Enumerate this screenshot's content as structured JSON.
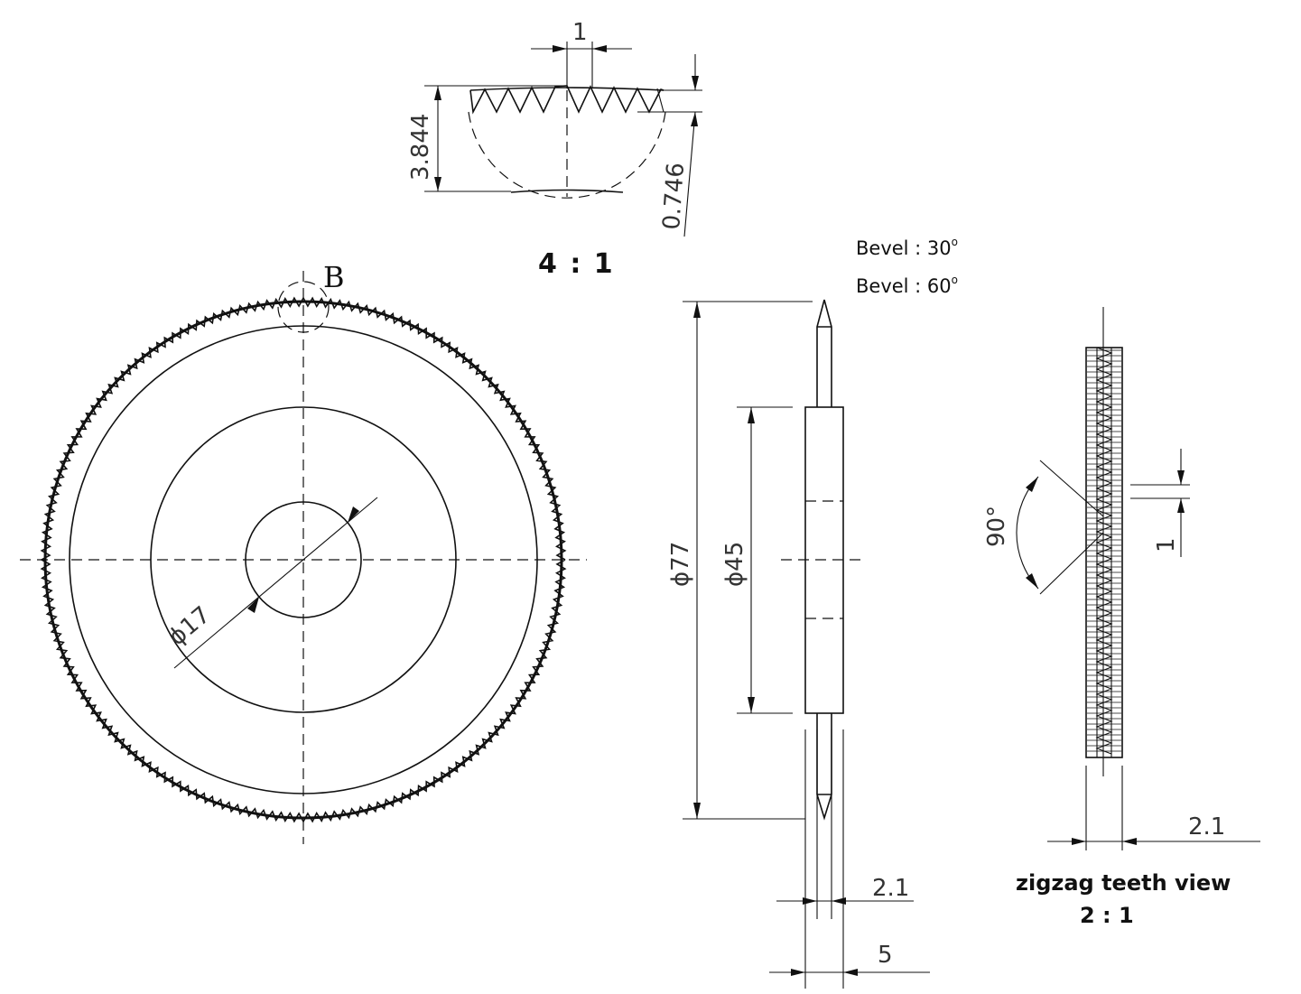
{
  "detail_B": {
    "scale": "4 : 1",
    "dim_pitch": "1",
    "dim_height": "3.844",
    "dim_tooth": "0.746"
  },
  "front_view": {
    "detail_marker": "B",
    "dim_bore": "ϕ17"
  },
  "side_view": {
    "bevel_1": "Bevel : 30",
    "bevel_1_sup": "o",
    "bevel_2": "Bevel : 60",
    "bevel_2_sup": "o",
    "dim_outer": "ϕ77",
    "dim_hub": "ϕ45",
    "dim_thickness": "2.1",
    "dim_hub_width": "5"
  },
  "teeth_view": {
    "dim_angle": "90°",
    "dim_pitch": "1",
    "dim_thickness": "2.1",
    "title": "zigzag teeth view",
    "scale": "2 : 1"
  }
}
